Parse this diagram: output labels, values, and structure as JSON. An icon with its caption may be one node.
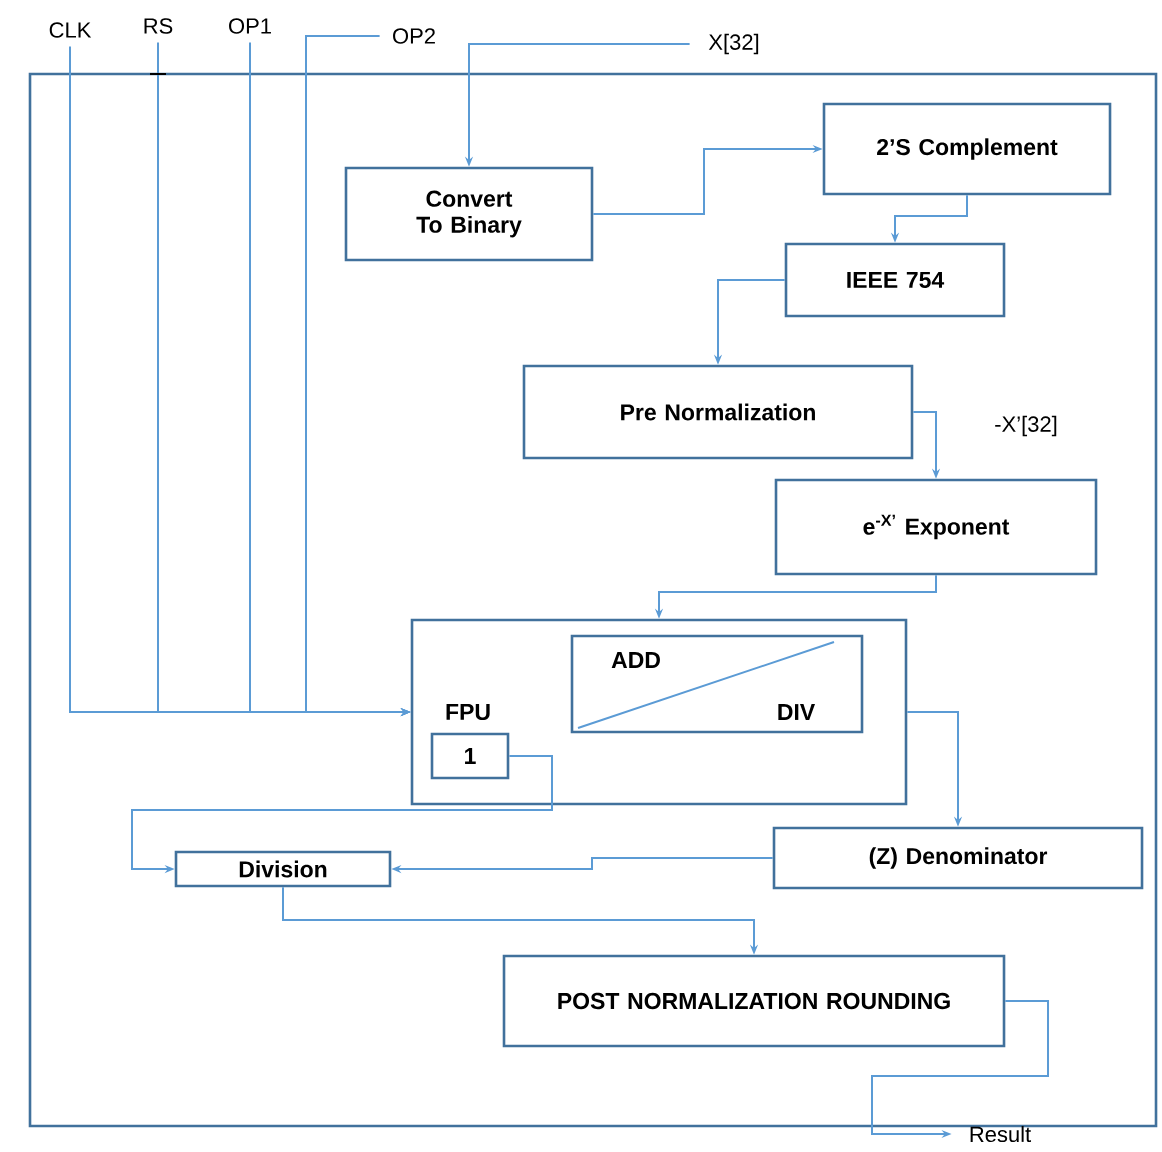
{
  "diagram": {
    "nodes": [
      {
        "text": [],
        "shape": "box"
      },
      {
        "text": [
          "CLK"
        ]
      },
      {
        "text": [
          "RS"
        ]
      },
      {
        "text": [
          "OP1"
        ]
      },
      {
        "text": [
          "OP2"
        ]
      },
      {
        "text": [
          "X[32]"
        ]
      },
      {
        "text": [
          "Convert To Binary"
        ],
        "in": 0
      },
      {
        "text": [
          "2’S Complement"
        ],
        "in": 0
      },
      {
        "text": [
          "IEEE 754"
        ],
        "in": 0
      },
      {
        "text": [
          "Pre Normalization"
        ],
        "in": 0
      },
      {
        "text": [
          "e$^{-X’}$ Exponent"
        ],
        "in": 0
      },
      {
        "text": [
          "FPU"
        ],
        "in": 0
      },
      {
        "text": [
          "ADD",
          "DIV"
        ],
        "in": 11
      },
      {
        "text": [
          "1"
        ],
        "in": 11
      },
      {
        "text": [
          "(Z) Denominator"
        ],
        "in": 0
      },
      {
        "text": [
          "Division"
        ],
        "in": 0
      },
      {
        "text": [
          "POST NORMALIZATION ROUNDING"
        ],
        "in": 0
      },
      {
        "text": [
          "Result"
        ]
      }
    ],
    "edges": [
      {
        "from": 1,
        "to": 11,
        "arrow": "to"
      },
      {
        "from": 2,
        "to": 11,
        "arrow": "to"
      },
      {
        "from": 3,
        "to": 11,
        "arrow": "to"
      },
      {
        "from": 4,
        "to": 11,
        "arrow": "to"
      },
      {
        "from": 5,
        "to": 6,
        "arrow": "to"
      },
      {
        "from": 6,
        "to": 7,
        "arrow": "to"
      },
      {
        "from": 7,
        "to": 8,
        "arrow": "to"
      },
      {
        "from": 8,
        "to": 9,
        "arrow": "to"
      },
      {
        "from": 9,
        "to": 10,
        "arrow": "to"
      },
      {
        "from": 10,
        "to": 11,
        "arrow": "to"
      },
      {
        "from": 11,
        "to": 14,
        "arrow": "to"
      },
      {
        "from": 13,
        "to": 15,
        "arrow": "to"
      },
      {
        "from": 14,
        "to": 15,
        "arrow": "to"
      },
      {
        "from": 15,
        "to": 16,
        "arrow": "to"
      },
      {
        "from": 16,
        "to": 17,
        "arrow": "to"
      }
    ],
    "labels": [
      "-X’[32]"
    ]
  }
}
